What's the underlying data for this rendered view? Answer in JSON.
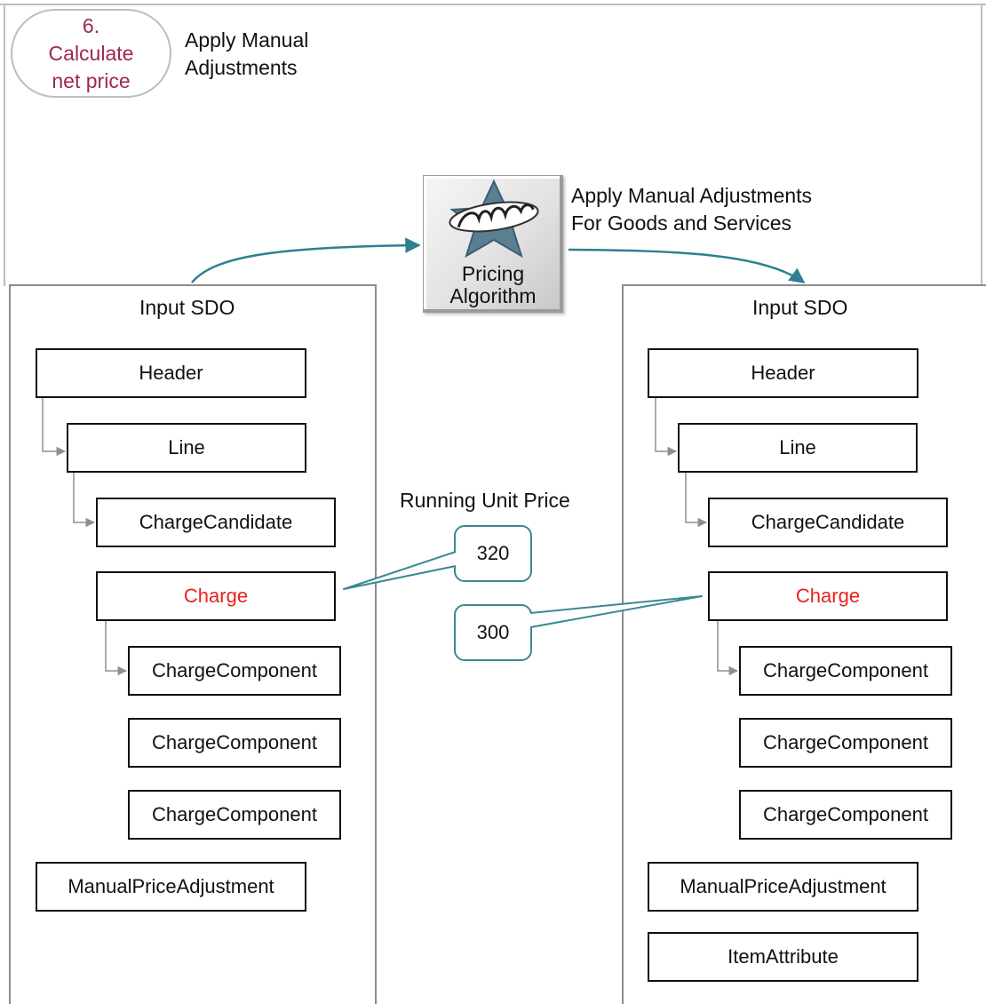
{
  "step": {
    "number": "6.",
    "line1": "Calculate",
    "line2": "net price",
    "title_line1": "Apply Manual",
    "title_line2": "Adjustments"
  },
  "algorithm": {
    "caption_line1": "Apply Manual Adjustments",
    "caption_line2": "For Goods and Services",
    "label_line1": "Pricing",
    "label_line2": "Algorithm",
    "icon": "groovy-star-logo"
  },
  "left_panel": {
    "title": "Input SDO",
    "nodes": {
      "header": "Header",
      "line": "Line",
      "charge_candidate": "ChargeCandidate",
      "charge": "Charge",
      "charge_component_1": "ChargeComponent",
      "charge_component_2": "ChargeComponent",
      "charge_component_3": "ChargeComponent",
      "manual_price_adjustment": "ManualPriceAdjustment"
    }
  },
  "right_panel": {
    "title": "Input SDO",
    "nodes": {
      "header": "Header",
      "line": "Line",
      "charge_candidate": "ChargeCandidate",
      "charge": "Charge",
      "charge_component_1": "ChargeComponent",
      "charge_component_2": "ChargeComponent",
      "charge_component_3": "ChargeComponent",
      "manual_price_adjustment": "ManualPriceAdjustment",
      "item_attribute": "ItemAttribute"
    }
  },
  "running_unit_price": {
    "label": "Running Unit Price",
    "before": "320",
    "after": "300"
  },
  "colors": {
    "highlight_text": "#e8221b",
    "step_text": "#a0284d",
    "flow_arrow": "#2e8090",
    "callout_border": "#3b8894"
  }
}
